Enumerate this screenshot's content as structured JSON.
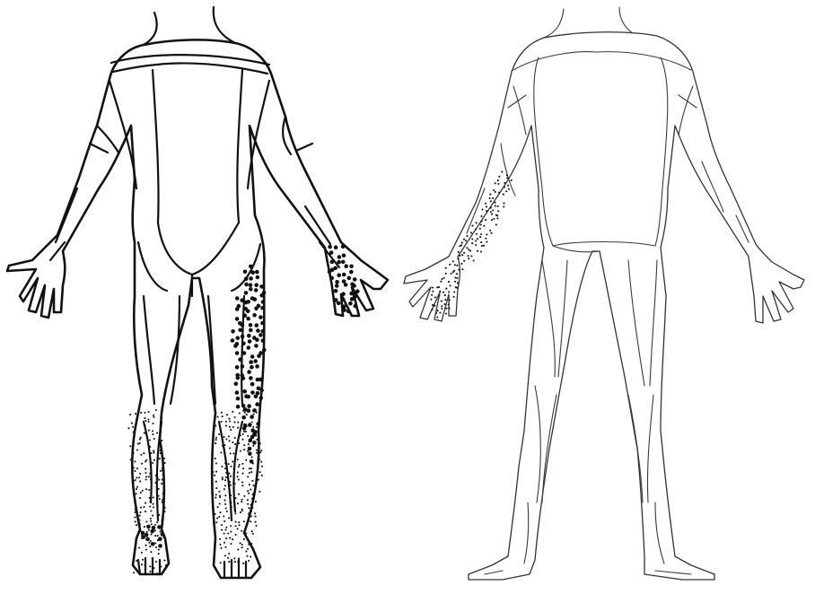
{
  "figures": [
    {
      "id": "left-figure",
      "view": "posterior",
      "line_style": "bold",
      "shaded_regions": [
        {
          "id": "right-lateral-thigh",
          "pattern": "coarse-dots",
          "density": 0.9
        },
        {
          "id": "left-wrist-hand",
          "pattern": "coarse-dots",
          "density": 1.0
        },
        {
          "id": "left-lower-leg",
          "pattern": "fine-stipple",
          "density": 0.7
        },
        {
          "id": "right-lower-leg",
          "pattern": "fine-stipple",
          "density": 0.7
        },
        {
          "id": "right-ankle",
          "pattern": "coarse-dots",
          "density": 0.9
        },
        {
          "id": "feet",
          "pattern": "fine-stipple",
          "density": 0.4
        }
      ]
    },
    {
      "id": "right-figure",
      "view": "posterior",
      "line_style": "thin",
      "shaded_regions": [
        {
          "id": "right-forearm-hand",
          "pattern": "fine-stipple",
          "density": 0.8
        }
      ]
    }
  ],
  "colors": {
    "line": "#111111",
    "line_thin": "#333333",
    "dots": "#111111",
    "background": "#ffffff"
  }
}
